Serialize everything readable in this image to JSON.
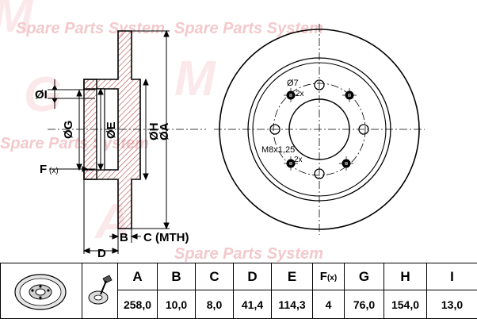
{
  "watermark": {
    "text_1": "Spare Parts System",
    "text_2": "Spare Parts System",
    "text_3": "Spare Parts System",
    "text_4": "Spare Parts System"
  },
  "labels": {
    "dim_I": "ØI",
    "dim_G": "ØG",
    "dim_E": "ØE",
    "dim_H": "ØH",
    "dim_A": "ØA",
    "dim_F": "F",
    "dim_F_sub": "(x)",
    "dim_B": "B",
    "dim_C": "C (MTH)",
    "dim_D": "D",
    "hole_7": "Ø7",
    "hole_7_count": "2x",
    "thread": "M8x1,25",
    "thread_count": "2x"
  },
  "table": {
    "headers": [
      {
        "key": "A",
        "label": "A"
      },
      {
        "key": "B",
        "label": "B"
      },
      {
        "key": "C",
        "label": "C"
      },
      {
        "key": "D",
        "label": "D"
      },
      {
        "key": "E",
        "label": "E"
      },
      {
        "key": "F",
        "label": "F",
        "sub": "(x)"
      },
      {
        "key": "G",
        "label": "G"
      },
      {
        "key": "H",
        "label": "H"
      },
      {
        "key": "I",
        "label": "I"
      }
    ],
    "values": [
      "258,0",
      "10,0",
      "8,0",
      "41,4",
      "114,3",
      "4",
      "76,0",
      "154,0",
      "13,0"
    ]
  },
  "icons": {
    "disc": "brake-disc-icon",
    "bolt": "bolt-icon"
  }
}
